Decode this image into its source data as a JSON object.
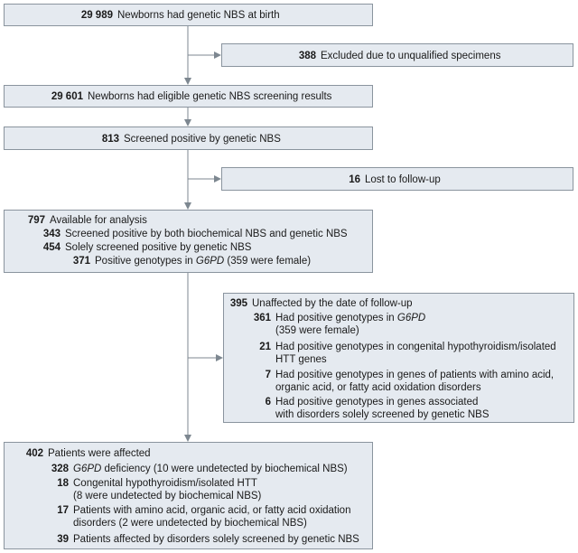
{
  "boxes": {
    "b1": {
      "n": "29 989",
      "t": "Newborns had genetic NBS at birth"
    },
    "b2": {
      "n": "388",
      "t": "Excluded due to unqualified specimens"
    },
    "b3": {
      "n": "29 601",
      "t": "Newborns had eligible genetic NBS screening results"
    },
    "b4": {
      "n": "813",
      "t": "Screened positive by genetic NBS"
    },
    "b5": {
      "n": "16",
      "t": "Lost to follow-up"
    },
    "b6": {
      "head": {
        "n": "797",
        "t": "Available for analysis"
      },
      "r1": {
        "n": "343",
        "t": "Screened positive by both biochemical NBS and genetic NBS"
      },
      "r2": {
        "n": "454",
        "t": "Solely screened positive by genetic NBS"
      },
      "r3": {
        "n": "371",
        "t_pre": "Positive genotypes in ",
        "t_gene": "G6PD",
        "t_post": " (359 were female)"
      }
    },
    "b7": {
      "head": {
        "n": "395",
        "t": "Unaffected by the date of follow-up"
      },
      "r1": {
        "n": "361",
        "t_pre": "Had positive genotypes in ",
        "t_gene": "G6PD",
        "t2": "(359 were female)"
      },
      "r2": {
        "n": "21",
        "t1": "Had positive genotypes in congenital hypothyroidism/isolated",
        "t2": "HTT genes"
      },
      "r3": {
        "n": "7",
        "t1": "Had positive genotypes in genes of patients with amino acid,",
        "t2": "organic acid, or fatty acid oxidation disorders"
      },
      "r4": {
        "n": "6",
        "t1": "Had positive genotypes in genes associated",
        "t2": "with disorders solely screened by genetic NBS"
      }
    },
    "b8": {
      "head": {
        "n": "402",
        "t": "Patients were affected"
      },
      "r1": {
        "n": "328",
        "t_gene": "G6PD",
        "t_post": " deficiency (10 were undetected by biochemical NBS)"
      },
      "r2": {
        "n": "18",
        "t1": "Congenital hypothyroidism/isolated HTT",
        "t2": "(8 were undetected by biochemical NBS)"
      },
      "r3": {
        "n": "17",
        "t1": "Patients with amino acid, organic acid, or fatty acid oxidation",
        "t2": "disorders (2 were undetected by biochemical NBS)"
      },
      "r4": {
        "n": "39",
        "t": "Patients affected by disorders solely screened by genetic NBS"
      }
    }
  },
  "colors": {
    "box_fill": "#e5eaf0",
    "box_border": "#8a949e",
    "connector": "#7d8790"
  }
}
